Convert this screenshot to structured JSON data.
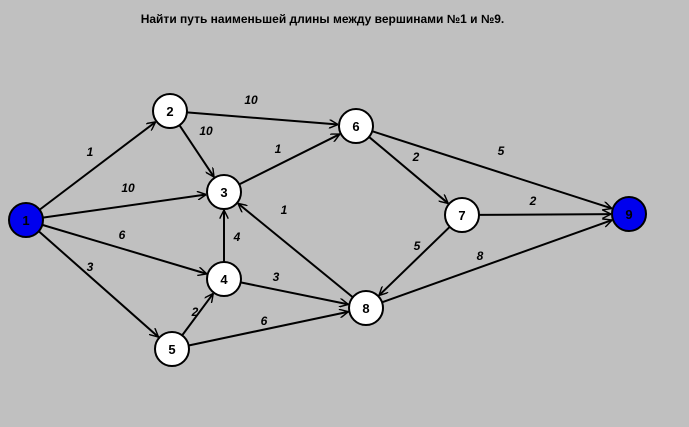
{
  "title": "Найти путь наименьшей длины между вершинами №1 и №9.",
  "colors": {
    "background": "#c0c0c0",
    "node_fill": "#ffffff",
    "endpoint_fill": "#0000ee",
    "stroke": "#000000"
  },
  "nodes": [
    {
      "id": "1",
      "label": "1",
      "endpoint": true
    },
    {
      "id": "2",
      "label": "2",
      "endpoint": false
    },
    {
      "id": "3",
      "label": "3",
      "endpoint": false
    },
    {
      "id": "4",
      "label": "4",
      "endpoint": false
    },
    {
      "id": "5",
      "label": "5",
      "endpoint": false
    },
    {
      "id": "6",
      "label": "6",
      "endpoint": false
    },
    {
      "id": "7",
      "label": "7",
      "endpoint": false
    },
    {
      "id": "8",
      "label": "8",
      "endpoint": false
    },
    {
      "id": "9",
      "label": "9",
      "endpoint": true
    }
  ],
  "edges": [
    {
      "from": "1",
      "to": "2",
      "weight": "1"
    },
    {
      "from": "1",
      "to": "3",
      "weight": "10"
    },
    {
      "from": "1",
      "to": "4",
      "weight": "6"
    },
    {
      "from": "1",
      "to": "5",
      "weight": "3"
    },
    {
      "from": "2",
      "to": "6",
      "weight": "10"
    },
    {
      "from": "2",
      "to": "3",
      "weight": "10"
    },
    {
      "from": "3",
      "to": "6",
      "weight": "1"
    },
    {
      "from": "4",
      "to": "3",
      "weight": "4"
    },
    {
      "from": "4",
      "to": "8",
      "weight": "3"
    },
    {
      "from": "5",
      "to": "4",
      "weight": "2"
    },
    {
      "from": "5",
      "to": "8",
      "weight": "6"
    },
    {
      "from": "6",
      "to": "7",
      "weight": "2"
    },
    {
      "from": "6",
      "to": "9",
      "weight": "5"
    },
    {
      "from": "7",
      "to": "9",
      "weight": "2"
    },
    {
      "from": "7",
      "to": "8",
      "weight": "5"
    },
    {
      "from": "8",
      "to": "3",
      "weight": "1"
    },
    {
      "from": "8",
      "to": "9",
      "weight": "8"
    }
  ]
}
